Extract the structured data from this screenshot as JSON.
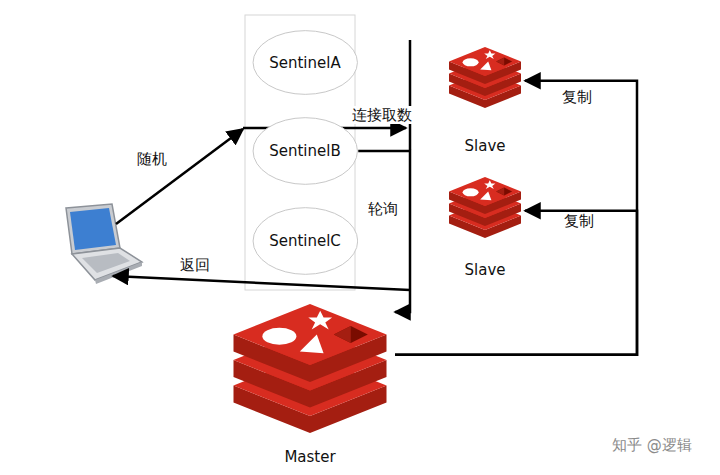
{
  "diagram": {
    "nodes": [
      {
        "text": [
          "SentinelA"
        ]
      },
      {
        "text": [
          "SentinelB"
        ]
      },
      {
        "text": [
          "SentinelC"
        ]
      },
      {
        "text": [
          "Slave"
        ]
      },
      {
        "text": [
          "Slave"
        ]
      },
      {
        "text": [
          "Master"
        ]
      }
    ],
    "edges": [
      {
        "from": 5,
        "to": 3,
        "label": "复制",
        "arrow": "to"
      },
      {
        "from": 5,
        "to": 4,
        "label": "复制",
        "arrow": "to"
      },
      {
        "from": 1,
        "to": 5,
        "label": "轮询",
        "arrow": "to"
      }
    ],
    "labels": [
      "随机",
      "连接取数",
      "返回",
      "知乎 @逻辑"
    ]
  }
}
